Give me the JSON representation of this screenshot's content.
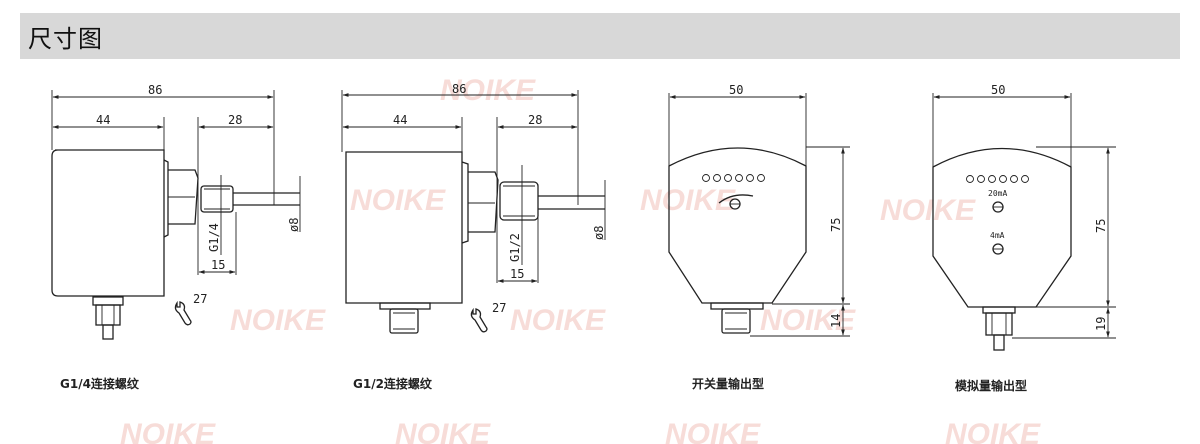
{
  "header": {
    "title": "尺寸图",
    "background": "#d8d8d8"
  },
  "watermark": {
    "brand": "NOIKE",
    "color": "#f7dcd8"
  },
  "drawings": [
    {
      "id": "g14",
      "dims": {
        "overall": "86",
        "body": "44",
        "probe": "28",
        "thread": "G1/4",
        "thread_len": "15",
        "diameter": "ø8",
        "wrench": "27"
      },
      "caption": "G1/4连接螺纹"
    },
    {
      "id": "g12",
      "dims": {
        "overall": "86",
        "body": "44",
        "probe": "28",
        "thread": "G1/2",
        "thread_len": "15",
        "diameter": "ø8",
        "wrench": "27"
      },
      "caption": "G1/2连接螺纹"
    },
    {
      "id": "switch",
      "dims": {
        "width": "50",
        "height": "75",
        "connector": "14"
      },
      "caption": "开关量输出型"
    },
    {
      "id": "analog",
      "dims": {
        "width": "50",
        "height": "75",
        "connector": "19",
        "label_20ma": "20mA",
        "label_4ma": "4mA"
      },
      "caption": "模拟量输出型"
    }
  ]
}
